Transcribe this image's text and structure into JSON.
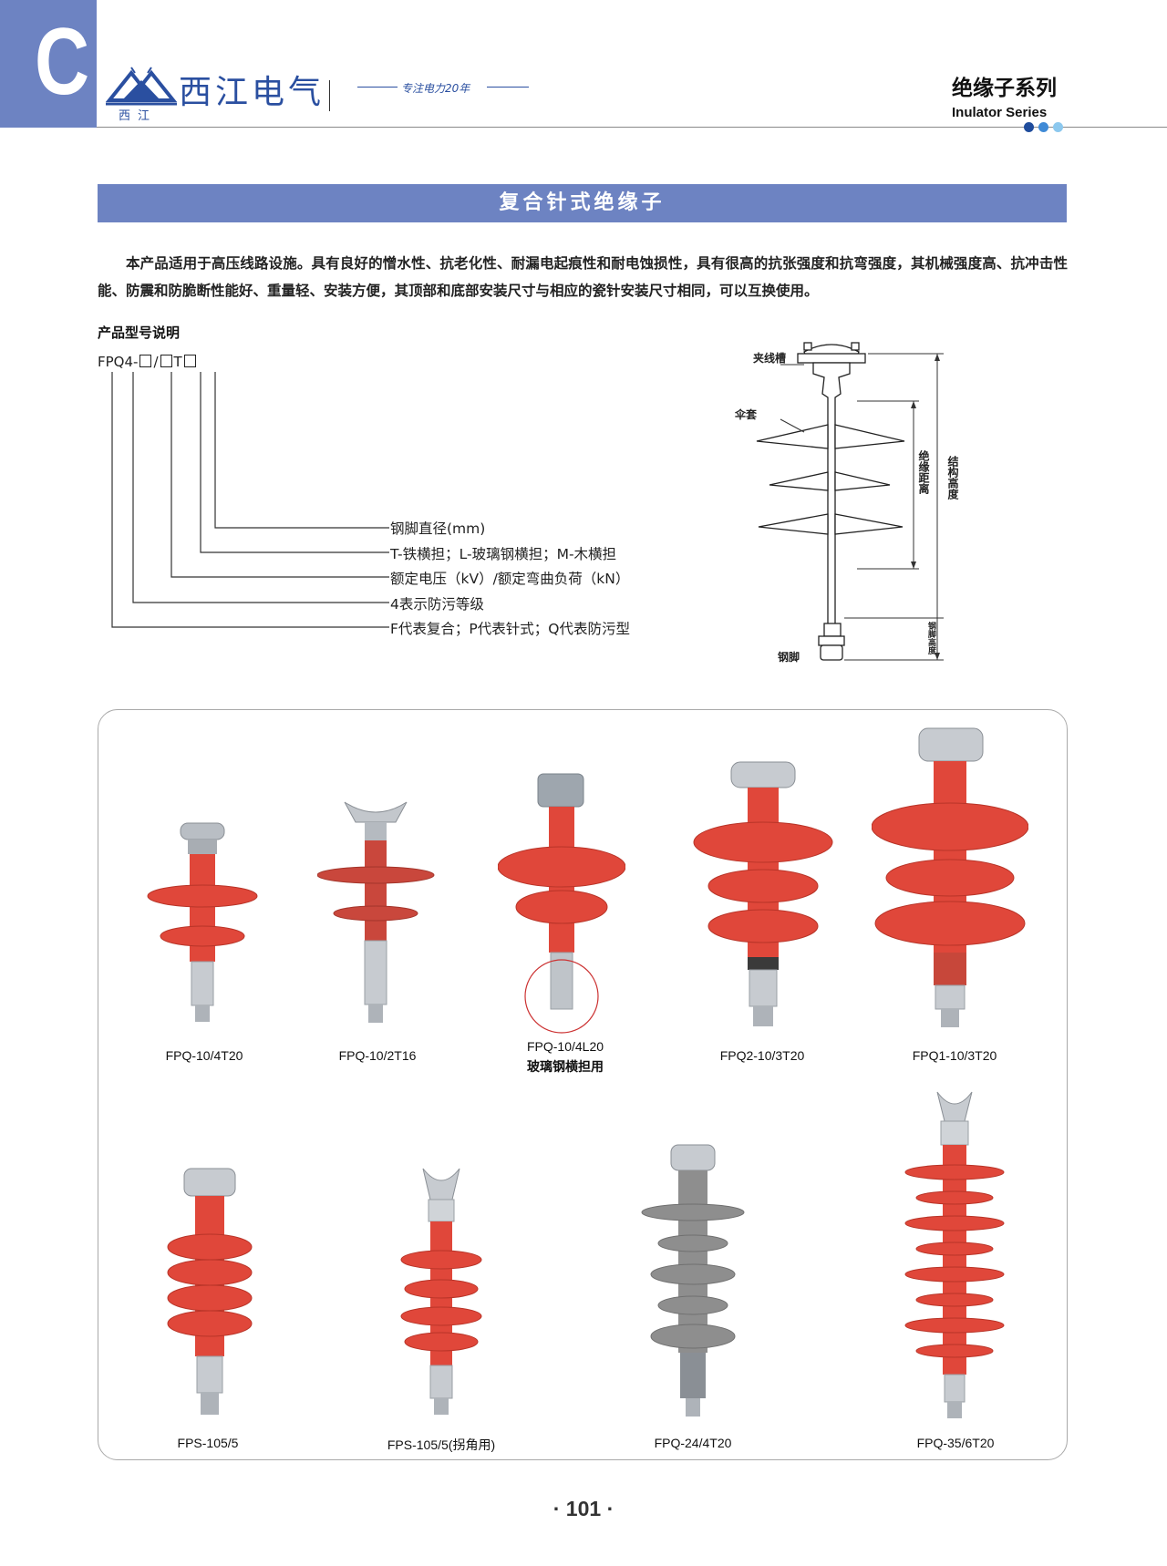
{
  "header": {
    "section_letter": "C",
    "brand_name": "西江电气",
    "brand_sub": "西江",
    "slogan": "专注电力20年",
    "series_cn": "绝缘子系列",
    "series_en": "Inulator Series",
    "colors": {
      "accent": "#6d83c2",
      "brand": "#2a4fa0",
      "dots": [
        "#1f4c9c",
        "#3f8ad6",
        "#8cc8ee"
      ]
    }
  },
  "title": "复合针式绝缘子",
  "intro": "本产品适用于高压线路设施。具有良好的憎水性、抗老化性、耐漏电起痕性和耐电蚀损性，具有很高的抗张强度和抗弯强度，其机械强度高、抗冲击性能、防震和防脆断性能好、重量轻、安装方便，其顶部和底部安装尺寸与相应的瓷针安装尺寸相同，可以互换使用。",
  "model": {
    "heading": "产品型号说明",
    "code_prefix": "FPQ4-",
    "code_slash": "/",
    "code_t": "T",
    "legend": [
      "钢脚直径(mm)",
      "T-铁横担；L-玻璃钢横担；M-木横担",
      "额定电压（kV）/额定弯曲负荷（kN）",
      "4表示防污等级",
      "F代表复合；P代表针式；Q代表防污型"
    ]
  },
  "diagram": {
    "labels": {
      "clamp": "夹线槽",
      "shed": "伞套",
      "steel_foot": "钢脚",
      "insulation_distance": "绝缘距离",
      "structure_height": "结构高度",
      "foot_height": "钢脚高度"
    }
  },
  "products": [
    {
      "name": "FPQ-10/4T20",
      "color": "#e0473a"
    },
    {
      "name": "FPQ-10/2T16",
      "color": "#c9473c"
    },
    {
      "name": "FPQ-10/4L20",
      "note": "玻璃钢横担用",
      "color": "#e0473a"
    },
    {
      "name": "FPQ2-10/3T20",
      "color": "#e0473a"
    },
    {
      "name": "FPQ1-10/3T20",
      "color": "#e0473a"
    },
    {
      "name": "FPS-105/5",
      "color": "#e0473a"
    },
    {
      "name": "FPS-105/5(拐角用)",
      "color": "#e0473a"
    },
    {
      "name": "FPQ-24/4T20",
      "color": "#8e8e8e"
    },
    {
      "name": "FPQ-35/6T20",
      "color": "#e0473a"
    }
  ],
  "page_number": "· 101 ·"
}
